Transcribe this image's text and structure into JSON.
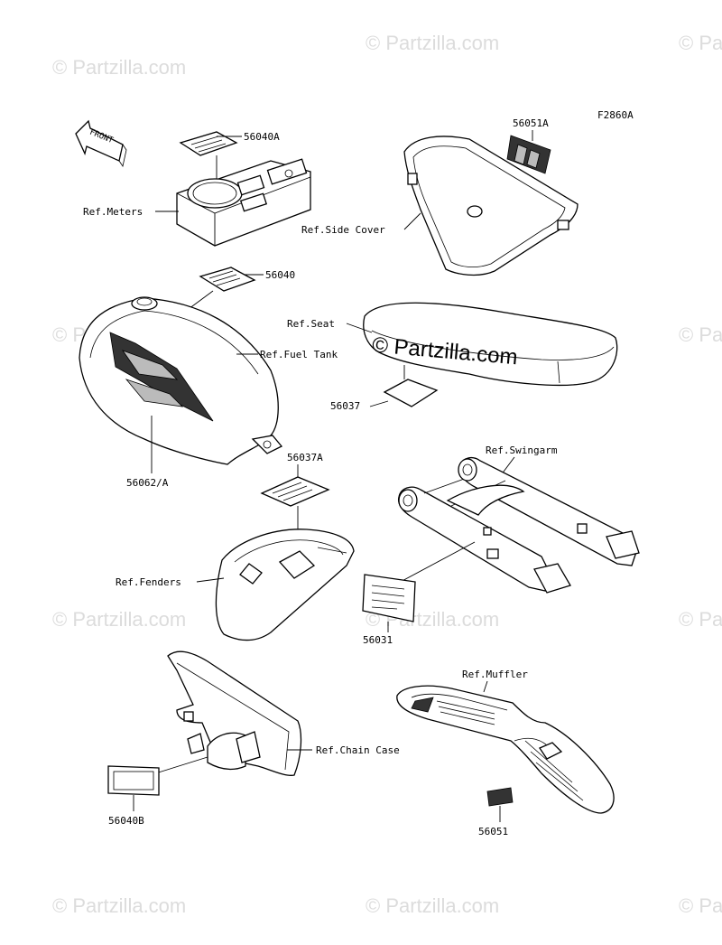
{
  "diagram": {
    "code": "F2860A",
    "front_label": "FRONT",
    "watermark": "© Partzilla.com",
    "center_watermark": "© Partzilla.com",
    "labels": {
      "meters_part": "56040A",
      "meters_ref": "Ref.Meters",
      "fuel_tank_part": "56040",
      "fuel_tank_ref": "Ref.Fuel Tank",
      "tank_decal_part": "56062/A",
      "side_cover_part": "56051A",
      "side_cover_ref": "Ref.Side Cover",
      "seat_ref": "Ref.Seat",
      "seat_part": "56037",
      "fender_part": "56037A",
      "fenders_ref": "Ref.Fenders",
      "swingarm_ref": "Ref.Swingarm",
      "swingarm_part": "56031",
      "chain_case_ref": "Ref.Chain Case",
      "chain_case_part": "56040B",
      "muffler_ref": "Ref.Muffler",
      "muffler_part": "56051"
    }
  }
}
